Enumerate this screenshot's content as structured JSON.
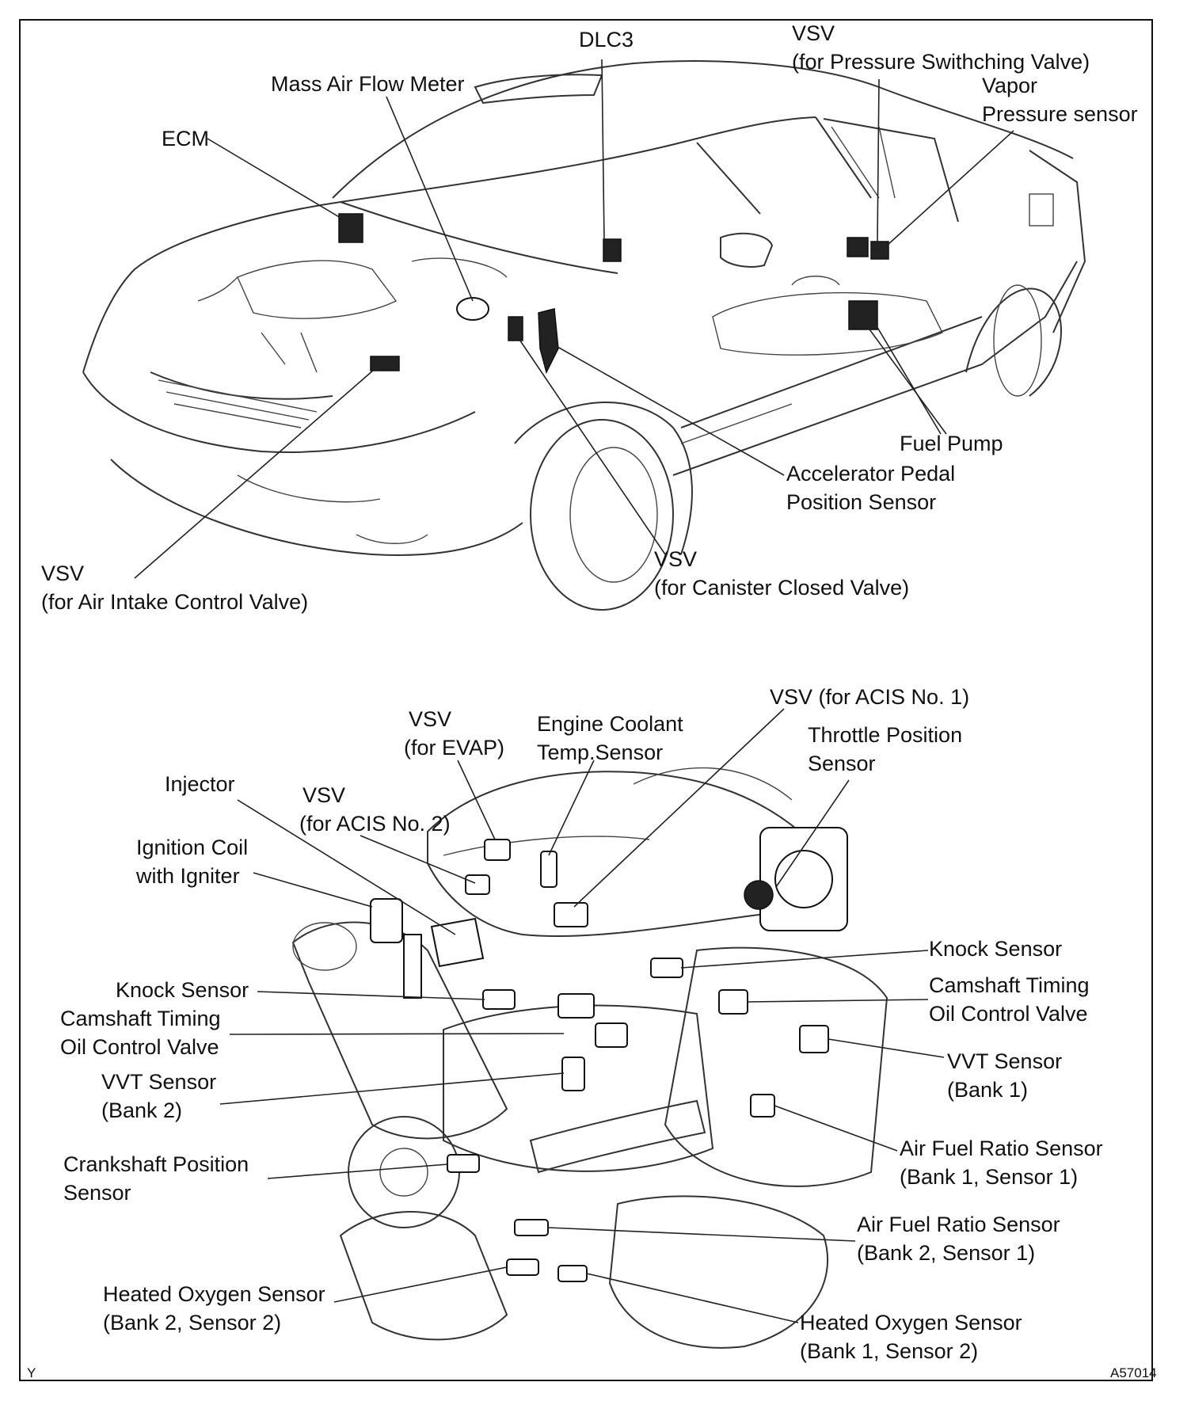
{
  "car_labels": {
    "dlc3": "DLC3",
    "vsv_psv_1": "VSV",
    "vsv_psv_2": "(for Pressure Swithching Valve)",
    "vapor_1": "Vapor",
    "vapor_2": "Pressure sensor",
    "maf": "Mass Air Flow Meter",
    "ecm": "ECM",
    "fuel_pump": "Fuel Pump",
    "app_1": "Accelerator  Pedal",
    "app_2": "Position Sensor",
    "vsv_aicv_1": "VSV",
    "vsv_aicv_2": "(for Air Intake Control Valve)",
    "vsv_ccv_1": "VSV",
    "vsv_ccv_2": "(for Canister Closed Valve)"
  },
  "engine_labels": {
    "vsv_acis1": "VSV (for ACIS No. 1)",
    "vsv_evap_1": "VSV",
    "vsv_evap_2": "(for EVAP)",
    "ect_1": "Engine Coolant",
    "ect_2": "Temp.Sensor",
    "tps_1": "Throttle Position",
    "tps_2": "Sensor",
    "injector": "Injector",
    "vsv_acis2_1": "VSV",
    "vsv_acis2_2": "(for ACIS No. 2)",
    "coil_1": "Ignition Coil",
    "coil_2": "with Igniter",
    "knock_r": "Knock Sensor",
    "knock_l": "Knock Sensor",
    "ocv_r_1": "Camshaft Timing",
    "ocv_r_2": "Oil Control Valve",
    "ocv_l_1": "Camshaft Timing",
    "ocv_l_2": "Oil Control Valve",
    "vvt_r_1": "VVT Sensor",
    "vvt_r_2": "(Bank 1)",
    "vvt_l_1": "VVT Sensor",
    "vvt_l_2": "(Bank 2)",
    "afr_b1_1": "Air Fuel Ratio Sensor",
    "afr_b1_2": "(Bank 1, Sensor 1)",
    "ckp_1": "Crankshaft Position",
    "ckp_2": "Sensor",
    "afr_b2_1": "Air Fuel Ratio Sensor",
    "afr_b2_2": "(Bank 2, Sensor 1)",
    "ho2_b2_1": "Heated Oxygen Sensor",
    "ho2_b2_2": "(Bank 2, Sensor 2)",
    "ho2_b1_1": "Heated Oxygen Sensor",
    "ho2_b1_2": "(Bank 1, Sensor 2)"
  },
  "corner": {
    "left": "Y",
    "right": "A57014"
  }
}
